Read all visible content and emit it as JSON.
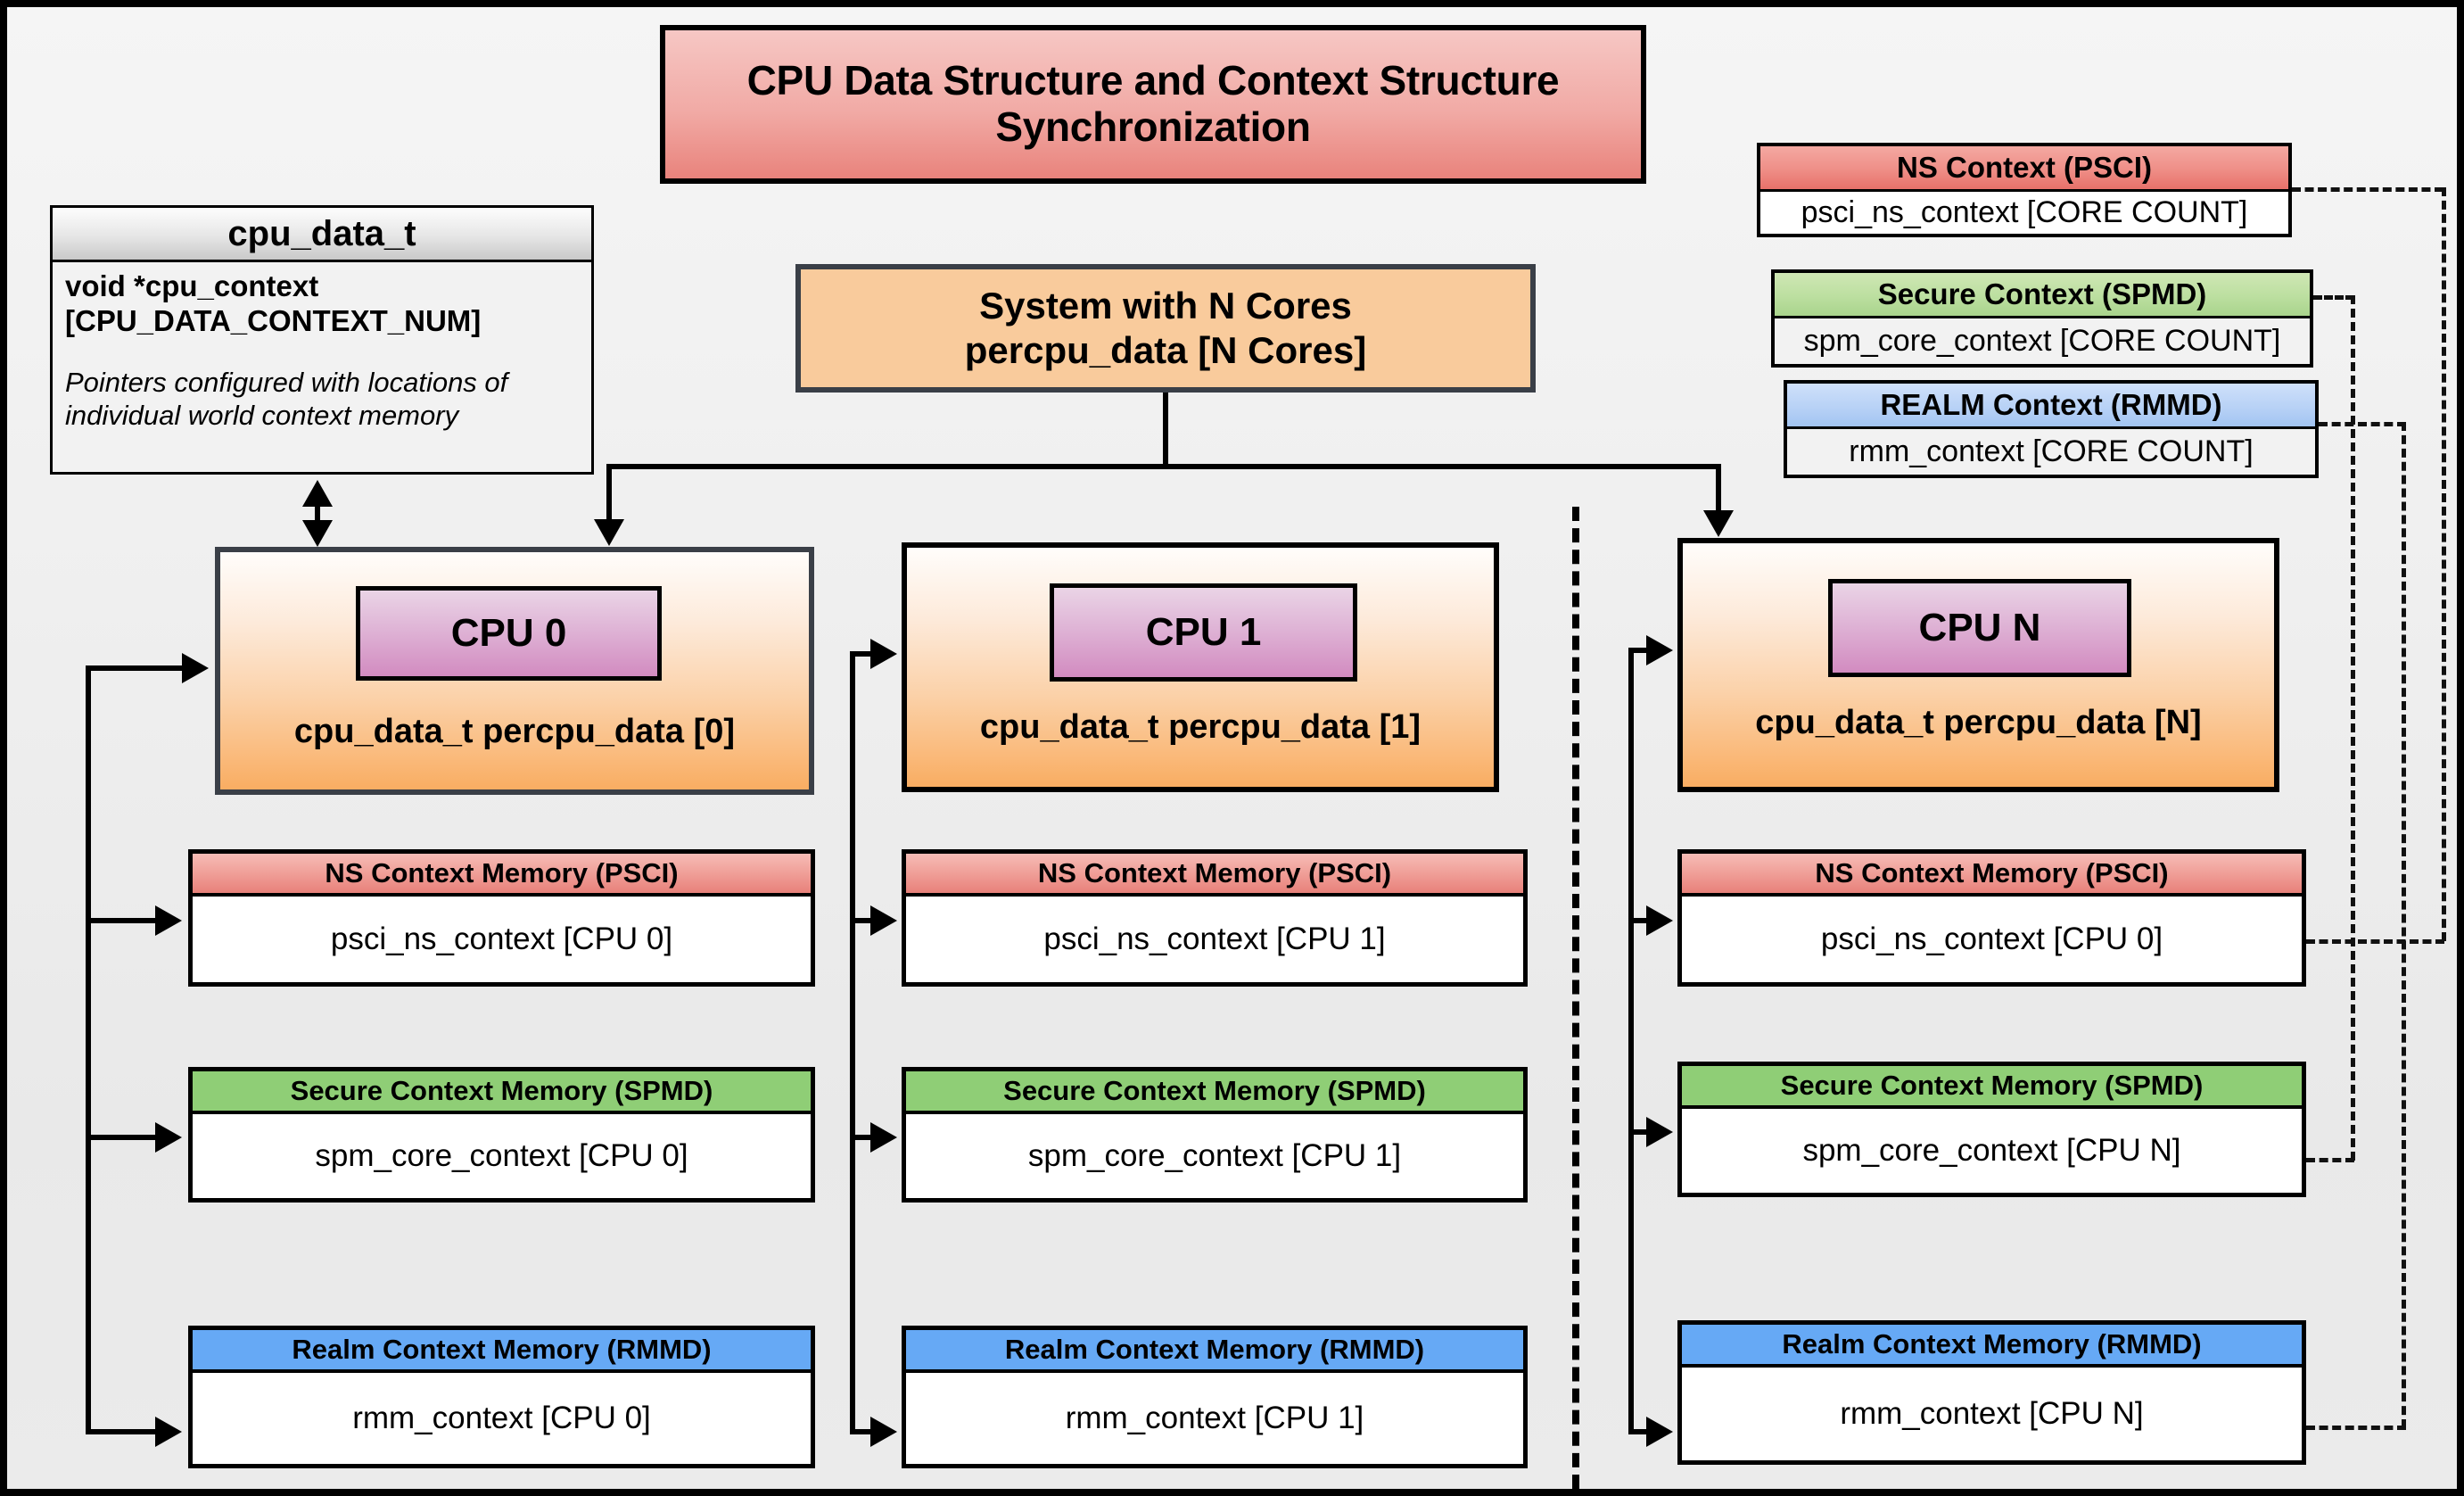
{
  "title": {
    "text": "CPU Data Structure and Context Structure Synchronization"
  },
  "cpu_data_struct": {
    "name": "cpu_data_t",
    "field": "void  *cpu_context [CPU_DATA_CONTEXT_NUM]",
    "note": "Pointers configured with locations of individual world context memory"
  },
  "system": {
    "line1": "System with N Cores",
    "line2": "percpu_data [N Cores]"
  },
  "global_contexts": [
    {
      "header": "NS Context  (PSCI)",
      "value": "psci_ns_context [CORE COUNT]",
      "color": "#e8716a"
    },
    {
      "header": "Secure Context (SPMD)",
      "value": "spm_core_context [CORE COUNT]",
      "color": "#a9d48c"
    },
    {
      "header": "REALM Context (RMMD)",
      "value": "rmm_context [CORE COUNT]",
      "color": "#a2c4f2"
    }
  ],
  "cpus": [
    {
      "chip": "CPU 0",
      "caption": "cpu_data_t percpu_data [0]",
      "memories": [
        {
          "header": "NS Context Memory (PSCI)",
          "value": "psci_ns_context [CPU 0]",
          "color": "#e8817a"
        },
        {
          "header": "Secure Context Memory (SPMD)",
          "value": "spm_core_context [CPU 0]",
          "color": "#8fce76"
        },
        {
          "header": "Realm Context Memory (RMMD)",
          "value": "rmm_context [CPU 0]",
          "color": "#66a9f5"
        }
      ]
    },
    {
      "chip": "CPU 1",
      "caption": "cpu_data_t percpu_data [1]",
      "memories": [
        {
          "header": "NS Context Memory (PSCI)",
          "value": "psci_ns_context [CPU 1]",
          "color": "#e8817a"
        },
        {
          "header": "Secure Context Memory (SPMD)",
          "value": "spm_core_context [CPU 1]",
          "color": "#8fce76"
        },
        {
          "header": "Realm Context Memory (RMMD)",
          "value": "rmm_context [CPU 1]",
          "color": "#66a9f5"
        }
      ]
    },
    {
      "chip": "CPU N",
      "caption": "cpu_data_t percpu_data [N]",
      "memories": [
        {
          "header": "NS Context Memory (PSCI)",
          "value": "psci_ns_context [CPU 0]",
          "color": "#e8817a"
        },
        {
          "header": "Secure Context Memory (SPMD)",
          "value": "spm_core_context [CPU N]",
          "color": "#8fce76"
        },
        {
          "header": "Realm Context Memory (RMMD)",
          "value": "rmm_context [CPU N]",
          "color": "#66a9f5"
        }
      ]
    }
  ],
  "colors": {
    "title_fill": "#e9837c",
    "cpu_fill": "#f9ad62",
    "chip_fill": "#d28bc0",
    "system_fill": "#f9cb9c",
    "frame": "#000000",
    "background": "#ececec"
  }
}
